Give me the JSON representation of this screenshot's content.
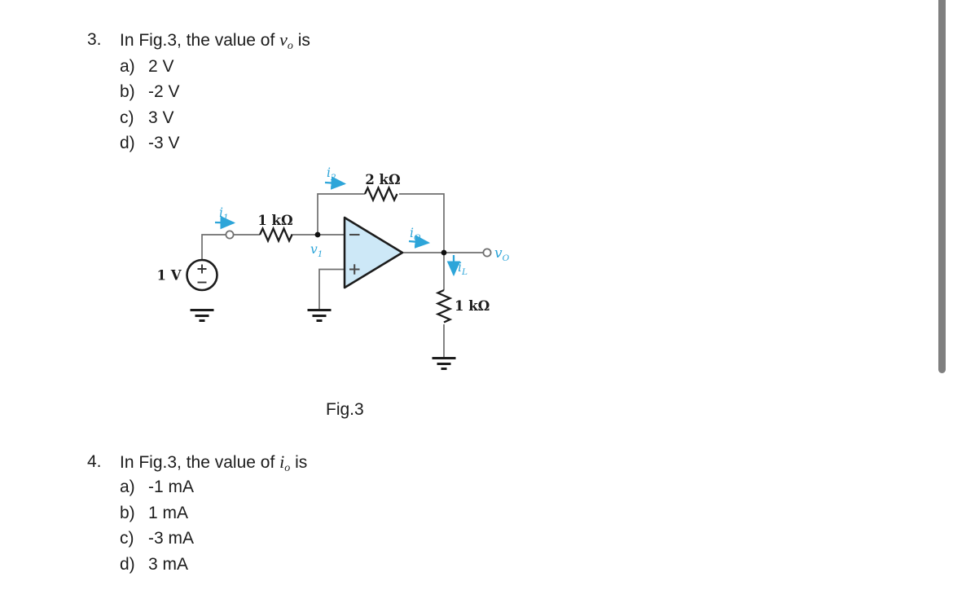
{
  "questions": [
    {
      "number": "3.",
      "before": "In Fig.3, the value of ",
      "math_base": "v",
      "math_sub": "o",
      "after": " is",
      "options": [
        {
          "letter": "a)",
          "text": "2 V"
        },
        {
          "letter": "b)",
          "text": "-2 V"
        },
        {
          "letter": "c)",
          "text": "3 V"
        },
        {
          "letter": "d)",
          "text": "-3 V"
        }
      ]
    },
    {
      "number": "4.",
      "before": "In Fig.3, the value of ",
      "math_base": "i",
      "math_sub": "o",
      "after": " is",
      "options": [
        {
          "letter": "a)",
          "text": "-1 mA"
        },
        {
          "letter": "b)",
          "text": "1 mA"
        },
        {
          "letter": "c)",
          "text": "-3 mA"
        },
        {
          "letter": "d)",
          "text": "3 mA"
        }
      ]
    }
  ],
  "figure": {
    "caption": "Fig.3",
    "colors": {
      "label_cyan": "#2da5d9",
      "opamp_fill": "#cde8f7",
      "wire_gray": "#6f6f6f",
      "component_black": "#1c1c1c"
    },
    "labels": {
      "source_value": "1 V",
      "r_input": "1 kΩ",
      "r_feedback": "2 kΩ",
      "r_load": "1 kΩ",
      "i1": {
        "base": "i",
        "sub": "1"
      },
      "i2": {
        "base": "i",
        "sub": "2"
      },
      "io": {
        "base": "i",
        "sub": "O"
      },
      "iL": {
        "base": "i",
        "sub": "L"
      },
      "v1": {
        "base": "v",
        "sub": "1"
      },
      "vo": {
        "base": "v",
        "sub": "O"
      }
    }
  }
}
